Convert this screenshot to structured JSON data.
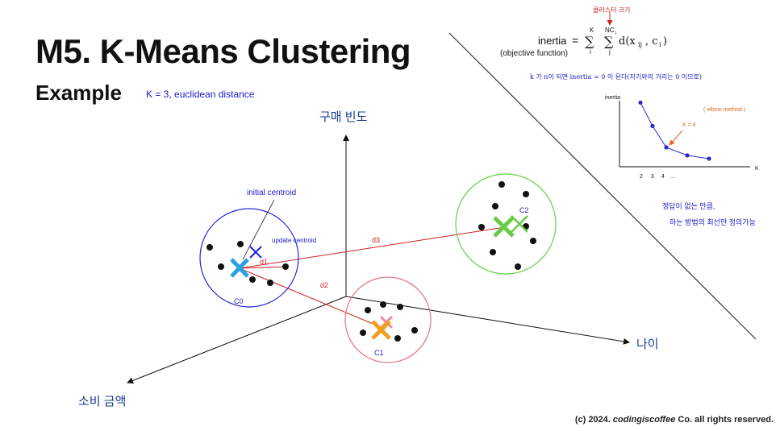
{
  "title": "M5. K-Means Clustering",
  "subtitle": "Example",
  "parameters": "K = 3, euclidean distance",
  "formula": {
    "lhs": "inertia",
    "lhs_note": "(objective function)",
    "equals": "=",
    "sum1_top": "K",
    "sum1_bottom": "i",
    "sum2_top": "NC",
    "sum2_top_sub": "i",
    "sum2_bottom": "j",
    "term": "d(x",
    "term_sub": "ij",
    "term_rest": ", c",
    "term_sub2": "i",
    "term_close": ")",
    "annotation": "클러스터 크기"
  },
  "note_k_equals_n": "k 가 n이 되면 inertia = 0 이 된다(자기와의 거리는 0 이므로)",
  "elbow_chart": {
    "ylabel": "inertia",
    "xlabel": "K",
    "x_ticks": [
      "2",
      "3",
      "4",
      "..."
    ],
    "annotation_method": "( elbow method )",
    "annotation_k": "K = 4",
    "points": [
      {
        "k": 2,
        "inertia": 9.0
      },
      {
        "k": 3,
        "inertia": 5.5
      },
      {
        "k": 4,
        "inertia": 2.3
      },
      {
        "k": 5,
        "inertia": 1.1
      },
      {
        "k": 6,
        "inertia": 0.6
      }
    ]
  },
  "note_no_answer_line1": "정답이 없는 만큼,",
  "note_no_answer_line2": "하는 방법의 최선만 정의가능",
  "diagram": {
    "axis_y": "구매 빈도",
    "axis_x": "나이",
    "axis_z": "소비 금액",
    "initial_centroid_label": "initial centroid",
    "update_centroid_label": "update centroid",
    "distances": [
      "d1",
      "d2",
      "d3"
    ],
    "clusters": [
      {
        "name": "C0",
        "circle_color": "#2222dd",
        "centroid_color": "#29a3e0",
        "initial_color": "#2222dd"
      },
      {
        "name": "C1",
        "circle_color": "#e87080",
        "centroid_color": "#f0a020",
        "initial_color": "#f08aa0"
      },
      {
        "name": "C2",
        "circle_color": "#66cc44",
        "centroid_color": "#66cc44",
        "initial_color": "#66cc44"
      }
    ]
  },
  "copyright_prefix": "(c) 2024. ",
  "copyright_brand": "codingiscoffee",
  "copyright_suffix": " Co. all rights reserved."
}
